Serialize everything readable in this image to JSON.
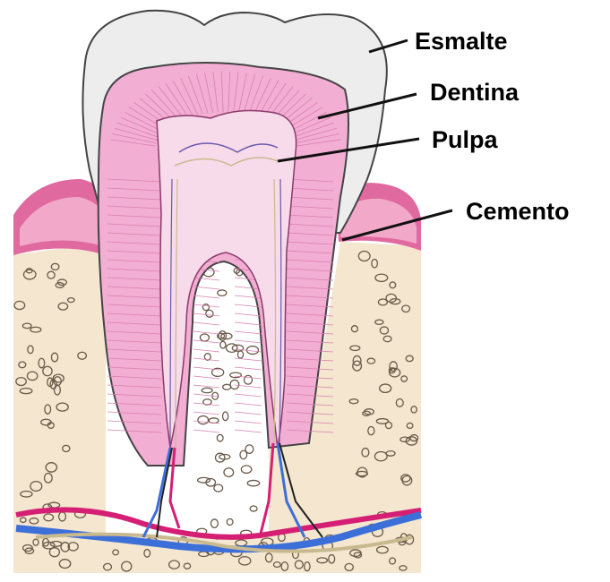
{
  "labels": {
    "enamel": "Esmalte",
    "dentin": "Dentina",
    "pulp": "Pulpa",
    "cementum": "Cemento"
  },
  "colors": {
    "enamel": "#ededed",
    "dentin": "#f3aed3",
    "dentin_line": "#d97fb0",
    "pulp": "#f7dbeb",
    "bone": "#f4e6cf",
    "gum": "#e06aa0",
    "gum_light": "#f2a8c8",
    "artery": "#d41f74",
    "vein": "#3d6fd9",
    "nerve": "#c9b98f",
    "outline": "#444444"
  }
}
